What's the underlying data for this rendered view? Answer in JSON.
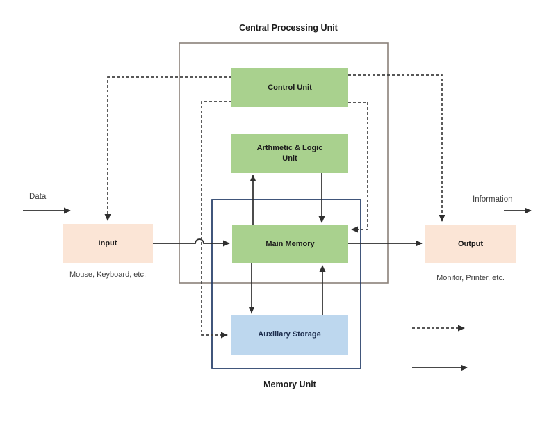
{
  "colors": {
    "canvas-bg": "#ffffff",
    "box-green": "#a9d18e",
    "box-blue": "#bdd7ee",
    "box-peach": "#fbe5d6",
    "cpu-border": "#8a817a",
    "memory-border": "#203864",
    "solid-line": "#2d2d2d",
    "dashed-line": "#404040",
    "text-dark": "#1c1c1c",
    "text-navy": "#1e2f4f",
    "text-muted": "#3f3f3f"
  },
  "titles": {
    "cpu": "Central Processing Unit",
    "memory_unit": "Memory Unit"
  },
  "boxes": {
    "control_unit": {
      "label": "Control Unit"
    },
    "alu": {
      "line1": "Arthmetic & Logic",
      "line2": "Unit"
    },
    "main_memory": {
      "label": "Main Memory"
    },
    "aux_storage": {
      "label": "Auxiliary Storage"
    },
    "input": {
      "label": "Input",
      "caption": "Mouse, Keyboard, etc."
    },
    "output": {
      "label": "Output",
      "caption": "Monitor, Printer, etc."
    }
  },
  "annotations": {
    "data": "Data",
    "information": "Information"
  }
}
